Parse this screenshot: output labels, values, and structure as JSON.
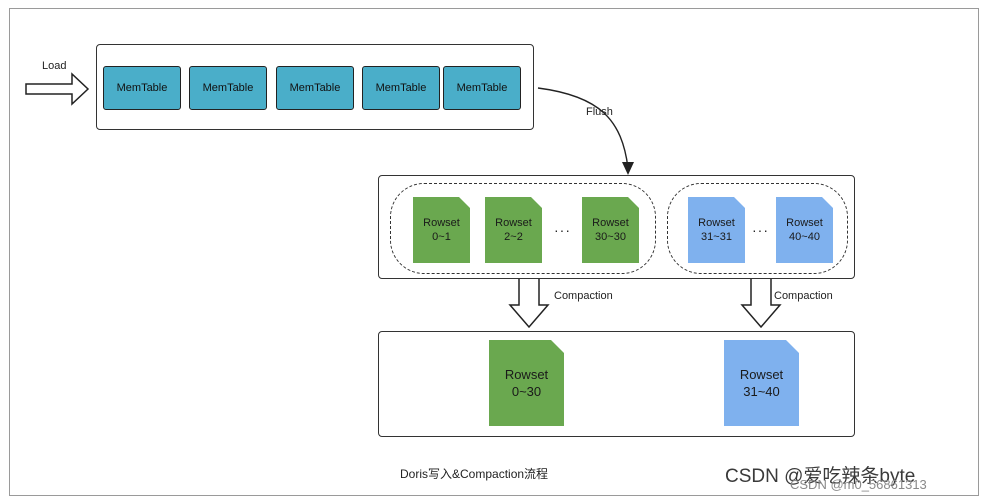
{
  "load_label": "Load",
  "memtables": [
    "MemTable",
    "MemTable",
    "MemTable",
    "MemTable",
    "MemTable"
  ],
  "flush_label": "Flush",
  "group_a": [
    {
      "line1": "Rowset",
      "line2": "0~1"
    },
    {
      "line1": "Rowset",
      "line2": "2~2"
    },
    {
      "line1": "Rowset",
      "line2": "30~30"
    }
  ],
  "group_b": [
    {
      "line1": "Rowset",
      "line2": "31~31"
    },
    {
      "line1": "Rowset",
      "line2": "40~40"
    }
  ],
  "ellipsis": "···",
  "compaction_label": "Compaction",
  "merged": [
    {
      "line1": "Rowset",
      "line2": "0~30"
    },
    {
      "line1": "Rowset",
      "line2": "31~40"
    }
  ],
  "caption": "Doris写入&Compaction流程",
  "watermark": "CSDN @爱吃辣条byte",
  "watermark2": "CSDN @m0_56861313",
  "colors": {
    "memtable": "#4aaec9",
    "rowset_green": "#6aa84f",
    "rowset_blue": "#7fb1ee"
  }
}
